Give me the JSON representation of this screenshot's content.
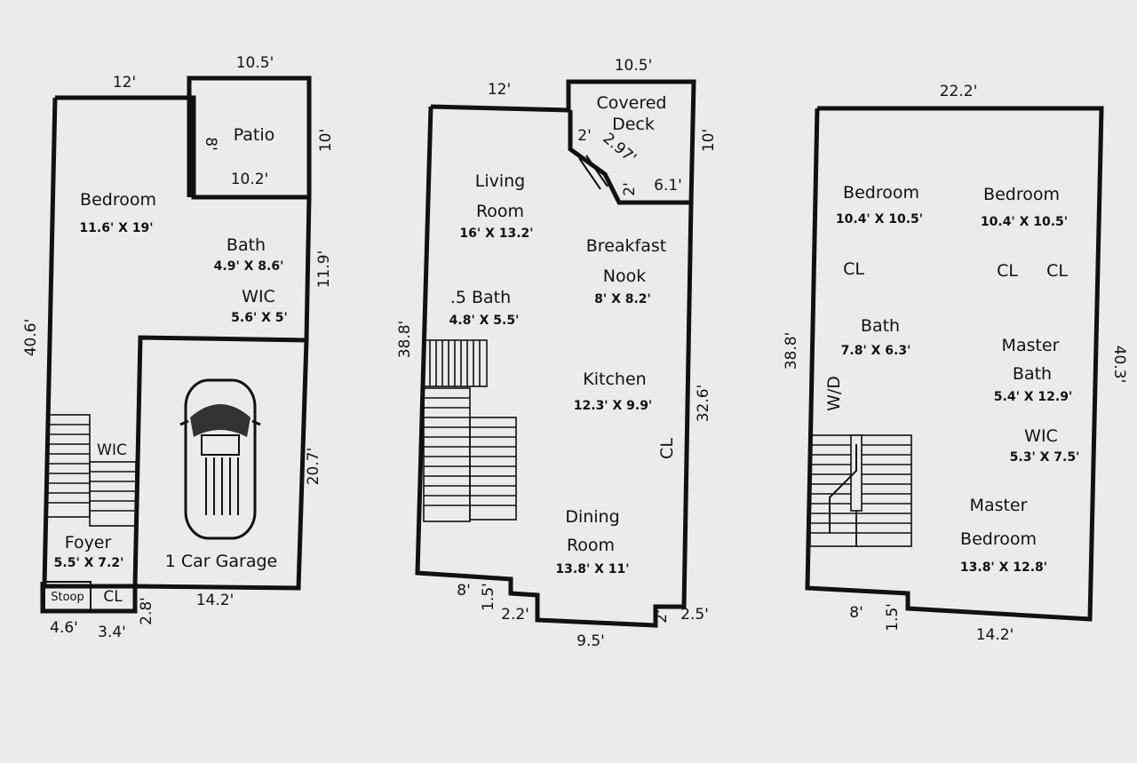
{
  "floor1": {
    "dims": {
      "top_left": "12'",
      "top_right": "10.5'",
      "left": "40.6'",
      "patio_left": "8'",
      "patio_right": "10'",
      "patio_bottom": "10.2'",
      "right_upper": "11.9'",
      "right_lower": "20.7'",
      "bottom_garage": "14.2'",
      "bottom_stoop": "4.6'",
      "bottom_cl": "3.4'",
      "bottom_step": "2.8'"
    },
    "rooms": {
      "patio": "Patio",
      "bedroom": "Bedroom",
      "bedroom_size": "11.6' X 19'",
      "bath": "Bath",
      "bath_size": "4.9' X 8.6'",
      "wic": "WIC",
      "wic_size": "5.6' X 5'",
      "stair_wic": "WIC",
      "foyer": "Foyer",
      "foyer_size": "5.5' X 7.2'",
      "garage": "1 Car Garage",
      "stoop": "Stoop",
      "cl": "CL"
    }
  },
  "floor2": {
    "dims": {
      "top_left": "12'",
      "top_right": "10.5'",
      "left": "38.8'",
      "deck_right": "10'",
      "notch_2a": "2'",
      "diag": "2.97'",
      "notch_2b": "2'",
      "notch_61": "6.1'",
      "right": "32.6'",
      "bottom_left": "8'",
      "bottom_15": "1.5'",
      "bottom_22": "2.2'",
      "bottom_95": "9.5'",
      "bottom_2": "2'",
      "bottom_25": "2.5'"
    },
    "rooms": {
      "deck_line1": "Covered",
      "deck_line2": "Deck",
      "living_line1": "Living",
      "living_line2": "Room",
      "living_size": "16' X 13.2'",
      "nook_line1": "Breakfast",
      "nook_line2": "Nook",
      "nook_size": "8' X 8.2'",
      "halfbath": ".5 Bath",
      "halfbath_size": "4.8' X 5.5'",
      "kitchen": "Kitchen",
      "kitchen_size": "12.3' X 9.9'",
      "cl": "CL",
      "dining_line1": "Dining",
      "dining_line2": "Room",
      "dining_size": "13.8' X 11'"
    }
  },
  "floor3": {
    "dims": {
      "top": "22.2'",
      "left": "38.8'",
      "right": "40.3'",
      "bottom_left": "8'",
      "bottom_15": "1.5'",
      "bottom_right": "14.2'"
    },
    "rooms": {
      "bedroom_a": "Bedroom",
      "bedroom_a_size": "10.4' X 10.5'",
      "bedroom_b": "Bedroom",
      "bedroom_b_size": "10.4' X 10.5'",
      "cl_a": "CL",
      "cl_b": "CL",
      "cl_c": "CL",
      "bath": "Bath",
      "bath_size": "7.8' X 6.3'",
      "master_bath_line1": "Master",
      "master_bath_line2": "Bath",
      "master_bath_size": "5.4' X 12.9'",
      "wd": "W/D",
      "wic": "WIC",
      "wic_size": "5.3' X 7.5'",
      "master_bed_line1": "Master",
      "master_bed_line2": "Bedroom",
      "master_bed_size": "13.8' X 12.8'"
    }
  }
}
